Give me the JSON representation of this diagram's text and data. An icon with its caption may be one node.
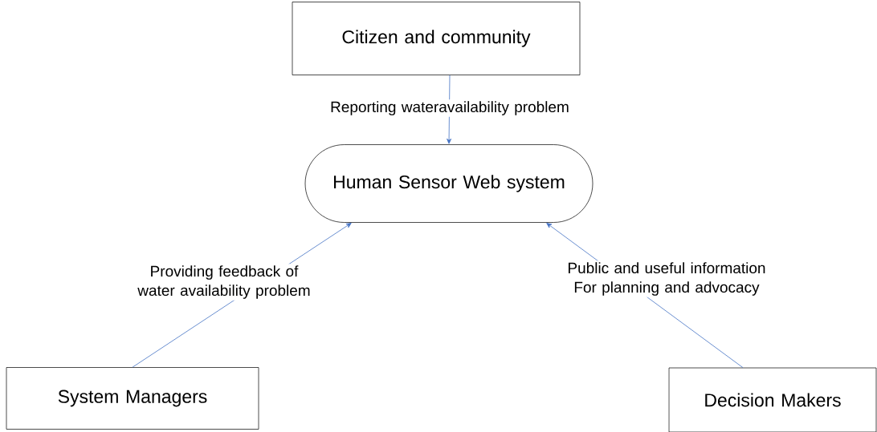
{
  "diagram": {
    "nodes": [
      {
        "text": [
          "Citizen and community"
        ]
      },
      {
        "text": [
          "Human Sensor Web system"
        ]
      },
      {
        "text": [
          "System Managers"
        ]
      },
      {
        "text": [
          "Decision Makers"
        ]
      }
    ],
    "edges": [
      {
        "from": 0,
        "to": 1,
        "arrow": "to",
        "label": "Reporting wateravailability  problem"
      },
      {
        "from": 2,
        "to": 1,
        "arrow": "to",
        "label": "Providing feedback of water availability problem"
      },
      {
        "from": 3,
        "to": 1,
        "arrow": "to",
        "label": "Public and useful information For planning and advocacy"
      }
    ]
  }
}
